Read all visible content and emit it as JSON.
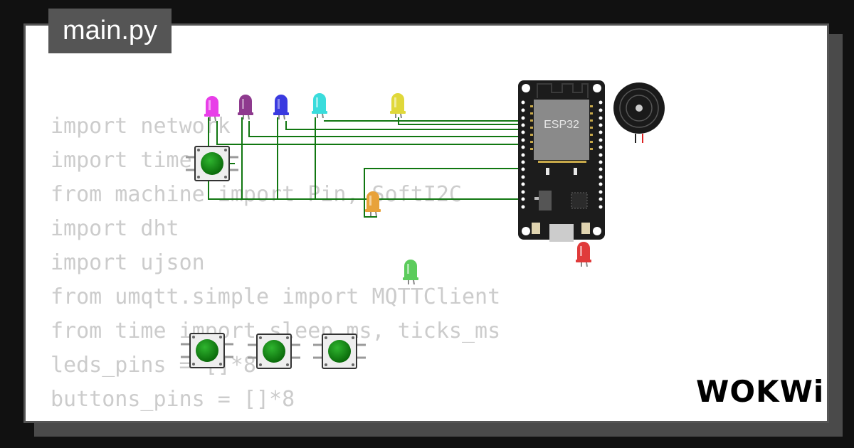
{
  "tab": {
    "filename": "main.py"
  },
  "code_lines": [
    "import network",
    "import time",
    "from machine import Pin, SoftI2C",
    "import dht",
    "import ujson",
    "from umqtt.simple import MQTTClient",
    "from time import sleep_ms, ticks_ms",
    "",
    "leds_pins = []*8",
    "buttons_pins = []*8"
  ],
  "board": {
    "label": "ESP32"
  },
  "leds": [
    {
      "color": "magenta",
      "hex": "#e83ee8"
    },
    {
      "color": "purple",
      "hex": "#8e3a8e"
    },
    {
      "color": "blue",
      "hex": "#3a3ae0"
    },
    {
      "color": "cyan",
      "hex": "#3adcdc"
    },
    {
      "color": "yellow",
      "hex": "#e0d83a"
    },
    {
      "color": "orange",
      "hex": "#e8a23a"
    },
    {
      "color": "green",
      "hex": "#5ccc5c"
    },
    {
      "color": "red",
      "hex": "#e03a3a"
    }
  ],
  "buttons": [
    {
      "color": "green",
      "hex": "#118811"
    },
    {
      "color": "green",
      "hex": "#118811"
    },
    {
      "color": "green",
      "hex": "#118811"
    },
    {
      "color": "green",
      "hex": "#118811"
    }
  ],
  "colors": {
    "wire": "#117711",
    "background": "#ffffff",
    "frame": "#555555",
    "code_text": "#cccccc"
  },
  "brand": {
    "name": "WOKWi"
  }
}
